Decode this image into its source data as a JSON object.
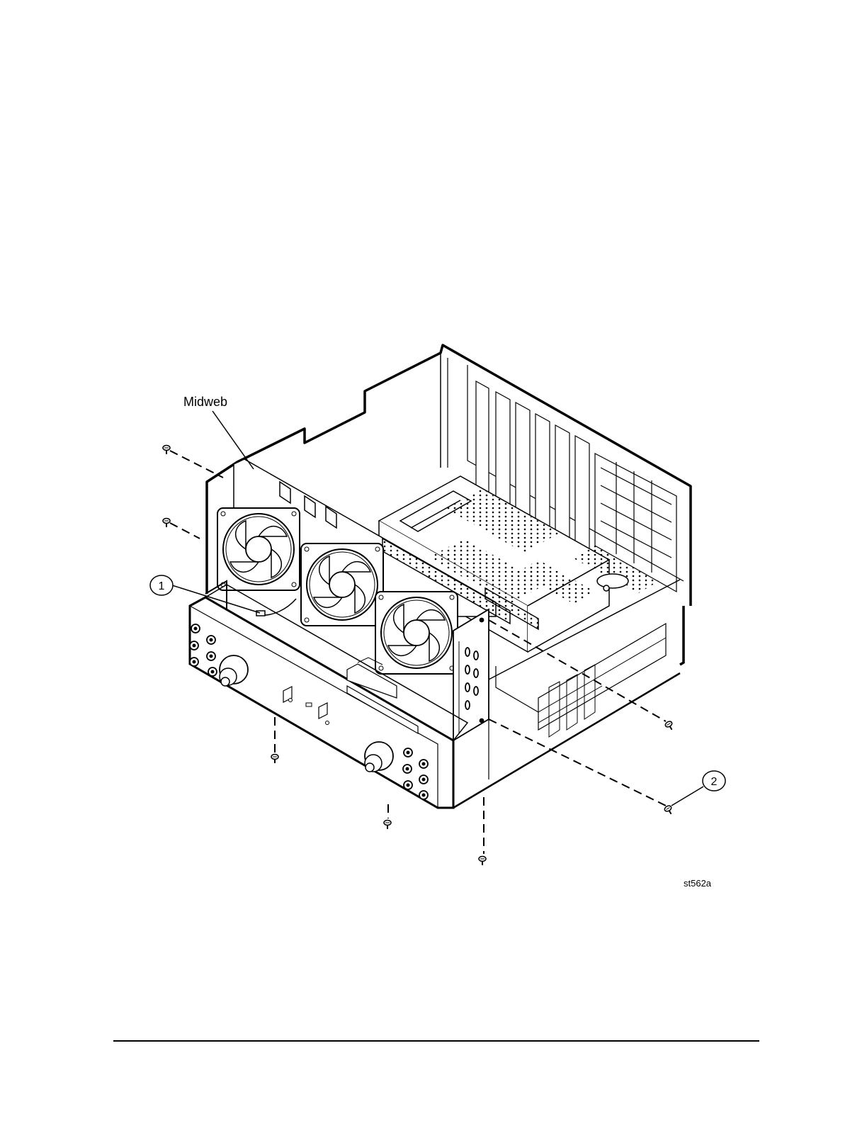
{
  "figure": {
    "label_midweb": "Midweb",
    "callout_1": "1",
    "callout_2": "2",
    "figure_id": "st562a"
  },
  "colors": {
    "ink": "#000000",
    "paper": "#ffffff"
  },
  "icons": [
    "fan-icon",
    "screw-icon",
    "connector-icon"
  ]
}
